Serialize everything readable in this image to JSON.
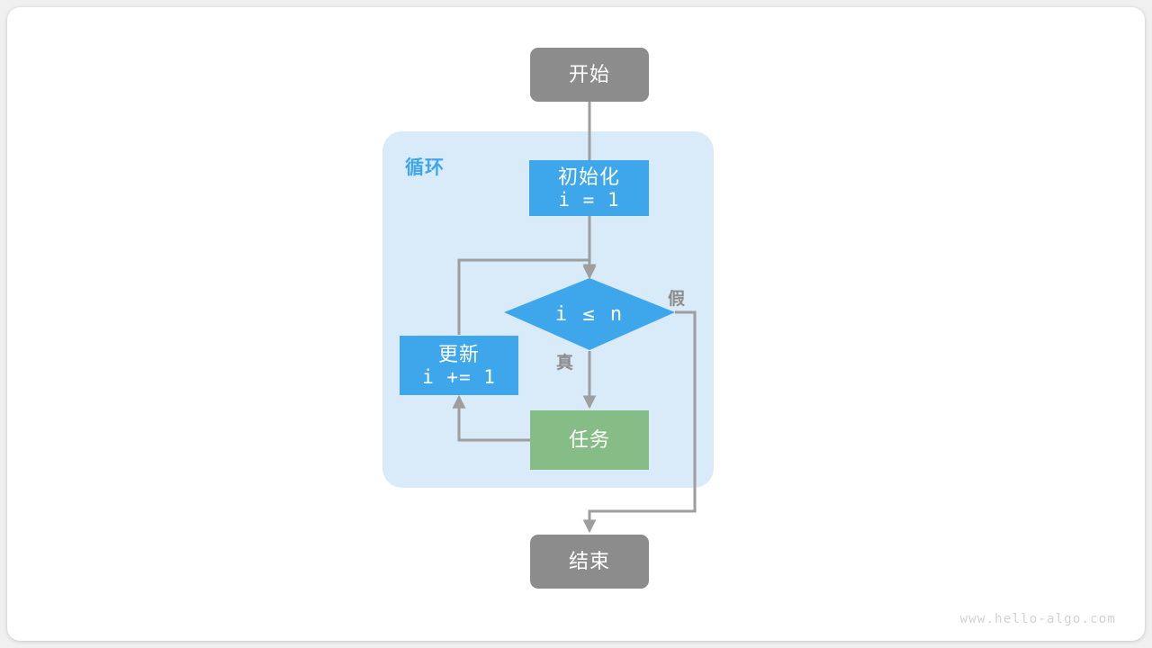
{
  "diagram": {
    "title": "for-loop-flowchart",
    "watermark": "www.hello-algo.com",
    "colors": {
      "terminal": "#8c8c8c",
      "process": "#3ea7ec",
      "task": "#86bd87",
      "loop_region": "#d9eaf8",
      "connector": "#9e9e9e",
      "canvas": "#ffffff",
      "page": "#f0f0f0",
      "label_text": "#8c8c8c",
      "loop_label_text": "#3ea7ec"
    },
    "nodes": {
      "start": {
        "label": "开始",
        "shape": "rounded-terminal"
      },
      "init": {
        "label": "初始化",
        "code": "i = 1",
        "shape": "rect"
      },
      "condition": {
        "label": "i ≤ n",
        "shape": "diamond"
      },
      "update": {
        "label": "更新",
        "code": "i += 1",
        "shape": "rect"
      },
      "task": {
        "label": "任务",
        "shape": "rect"
      },
      "end": {
        "label": "结束",
        "shape": "rounded-terminal"
      }
    },
    "region": {
      "label": "循环"
    },
    "edge_labels": {
      "true_branch": "真",
      "false_branch": "假"
    }
  }
}
